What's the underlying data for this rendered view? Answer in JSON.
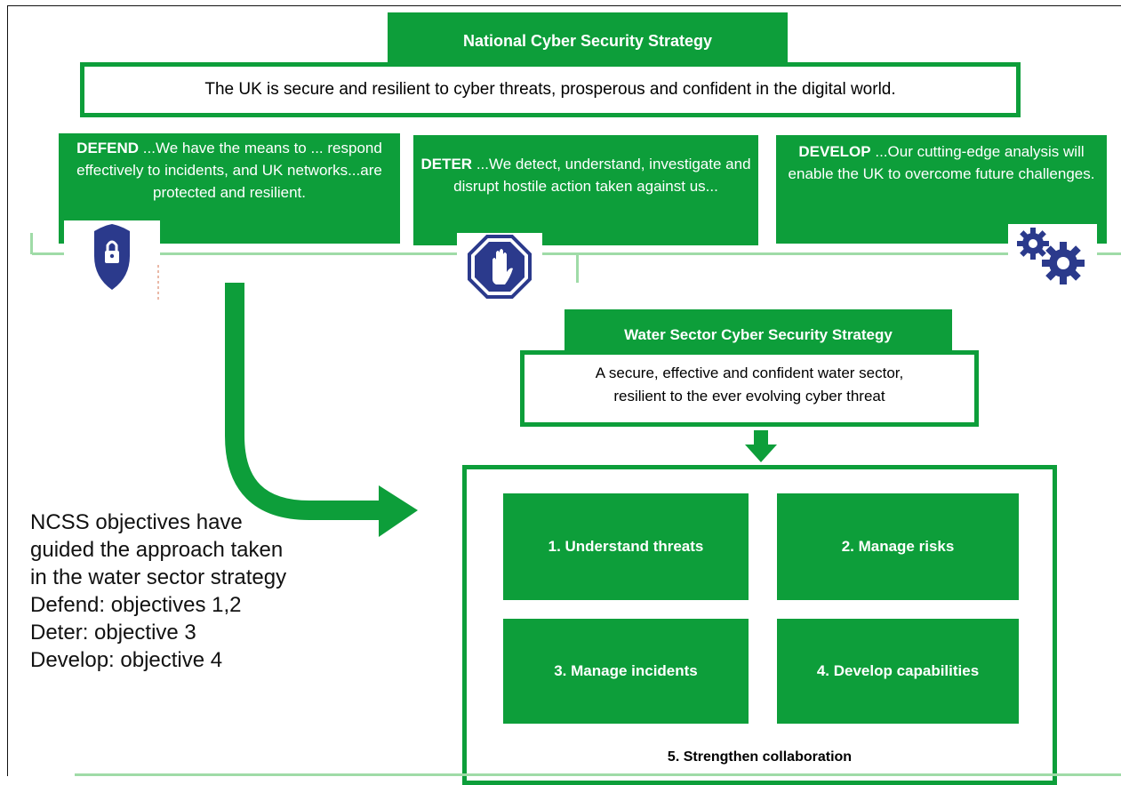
{
  "ncss": {
    "title": "National Cyber Security Strategy",
    "vision": "The UK is secure and resilient to cyber threats, prosperous and confident in the digital world."
  },
  "pillars": [
    {
      "key": "DEFEND",
      "text": " ...We have the means to ... respond effectively to incidents, and UK networks...are protected and resilient.",
      "icon": "shield-lock-icon"
    },
    {
      "key": "DETER",
      "text": " ...We detect, understand, investigate and disrupt hostile action taken against us...",
      "icon": "stop-hand-icon"
    },
    {
      "key": "DEVELOP",
      "text": " ...Our cutting-edge analysis will enable the UK to overcome future challenges.",
      "icon": "gears-icon"
    }
  ],
  "water": {
    "title": "Water Sector Cyber Security Strategy",
    "vision_line1": "A secure, effective and confident water sector,",
    "vision_line2": "resilient to the ever evolving cyber threat"
  },
  "objectives": [
    "1. Understand threats",
    "2. Manage risks",
    "3. Manage incidents",
    "4. Develop capabilities"
  ],
  "collaboration": "5. Strengthen collaboration",
  "note": {
    "lines": [
      "NCSS objectives have",
      "guided the approach taken",
      "in the water sector strategy",
      "Defend: objectives 1,2",
      "Deter: objective 3",
      "Develop: objective 4"
    ]
  },
  "colors": {
    "green": "#0d9e3a",
    "icon_blue": "#2b3a8c",
    "line": "#9fdba7"
  }
}
